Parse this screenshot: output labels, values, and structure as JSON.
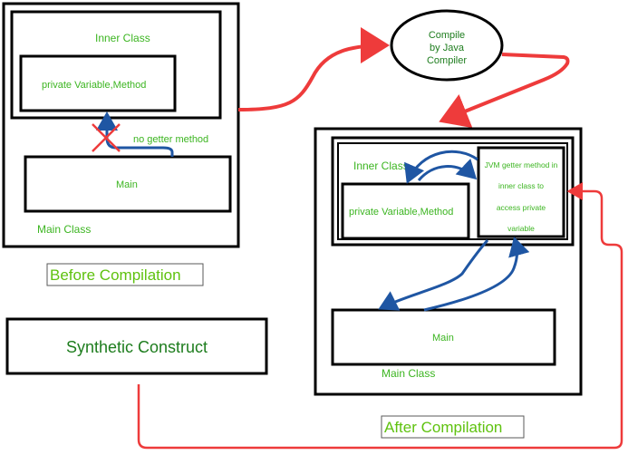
{
  "before": {
    "inner_class_label": "Inner Class",
    "private_box_label": "private Variable,Method",
    "no_getter_label": "no getter method",
    "main_box_label": "Main",
    "main_class_label": "Main Class",
    "caption": "Before Compilation"
  },
  "compiler": {
    "line1": "Compile",
    "line2": "by Java",
    "line3": "Compiler"
  },
  "after": {
    "inner_class_label": "Inner Class",
    "private_box_label": "private Variable,Method",
    "getter_line1": "JVM getter method in",
    "getter_line2": "inner class  to",
    "getter_line3": "access private",
    "getter_line4": "variable",
    "main_box_label": "Main",
    "main_class_label": "Main Class",
    "caption": "After Compilation"
  },
  "synthetic": {
    "label": "Synthetic Construct"
  },
  "colors": {
    "box_stroke": "#000000",
    "label_green": "#3cb521",
    "caption_green": "#5fc20f",
    "dark_green_text": "#1e7d1e",
    "arrow_red": "#ee3b3b",
    "arrow_blue": "#1f56a3"
  }
}
